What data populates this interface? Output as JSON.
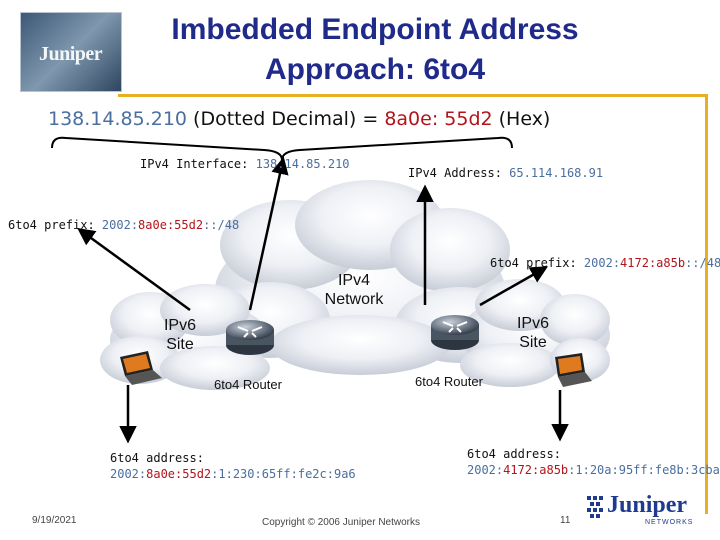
{
  "title": {
    "line1": "Imbedded Endpoint Address",
    "line2": "Approach: 6to4"
  },
  "logo_top": {
    "text": "Juniper"
  },
  "headline": {
    "dotted": "138.14.85.210",
    "dotted_label": " (Dotted Decimal) = ",
    "hex": "8a0e: 55d2",
    "hex_label": " (Hex)"
  },
  "ipv4_interface": {
    "label": "IPv4 Interface: ",
    "value": "138.14.85.210"
  },
  "ipv4_address": {
    "label": "IPv4 Address: ",
    "value": "65.114.168.91"
  },
  "prefix_left": {
    "label": "6to4 prefix: ",
    "pre": "2002:",
    "hex": "8a0e:55d2",
    "post": "::/48"
  },
  "prefix_right": {
    "label": "6to4 prefix: ",
    "pre": "2002:",
    "hex": "4172:a85b",
    "post": "::/48"
  },
  "network": {
    "line1": "IPv4",
    "line2": "Network"
  },
  "site_left": {
    "line1": "IPv6",
    "line2": "Site"
  },
  "site_right": {
    "line1": "IPv6",
    "line2": "Site"
  },
  "router_left": {
    "label": "6to4 Router"
  },
  "router_right": {
    "label": "6to4 Router"
  },
  "address_left": {
    "label": "6to4 address:",
    "pre": "2002:",
    "hex": "8a0e:55d2",
    "post": ":1:230:65ff:fe2c:9a6"
  },
  "address_right": {
    "label": "6to4 address:",
    "pre": "2002:",
    "hex": "4172:a85b",
    "post": ":1:20a:95ff:fe8b:3cba"
  },
  "footer": {
    "date": "9/19/2021",
    "copyright": "Copyright © 2006 Juniper Networks",
    "page": "11",
    "logo_word": "Juniper",
    "logo_sub": "NETWORKS"
  },
  "colors": {
    "title": "#1f2a8a",
    "blue_value": "#4a6f9e",
    "red_value": "#b2141b",
    "rule": "#e6b022"
  }
}
